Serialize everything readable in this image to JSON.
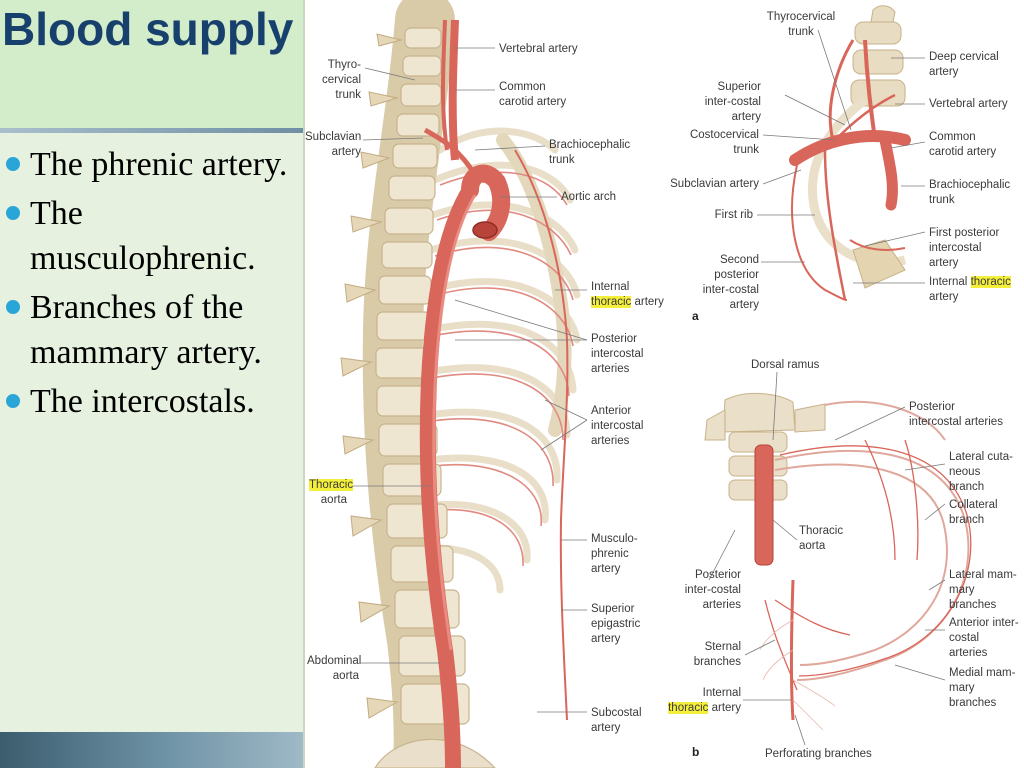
{
  "slide": {
    "title": "Blood supply",
    "bullets": [
      "The phrenic artery.",
      "The musculophrenic.",
      "Branches of the mammary artery.",
      "The intercostals."
    ]
  },
  "figure": {
    "main_labels": {
      "thyrocervical_trunk": "Thyro-cervical trunk",
      "subclavian_artery": "Subclavian artery",
      "thoracic_aorta_hl": "Thoracic",
      "thoracic_aorta_rest": "aorta",
      "abdominal_aorta": "Abdominal aorta",
      "vertebral_artery": "Vertebral artery",
      "common_carotid_artery": "Common carotid artery",
      "brachiocephalic_trunk": "Brachiocephalic trunk",
      "aortic_arch": "Aortic arch",
      "internal_thoracic_pre": "Internal",
      "internal_thoracic_hl": "thoracic",
      "internal_thoracic_post": "artery",
      "posterior_intercostal_arteries": "Posterior intercostal arteries",
      "anterior_intercostal_arteries": "Anterior intercostal arteries",
      "musculophrenic_artery": "Musculo-phrenic artery",
      "superior_epigastric_artery": "Superior epigastric artery",
      "subcostal_artery": "Subcostal artery"
    },
    "panel_a": {
      "letter": "a",
      "thyrocervical_trunk": "Thyrocervical trunk",
      "superior_intercostal_artery": "Superior inter-costal artery",
      "costocervical_trunk": "Costocervical trunk",
      "subclavian_artery": "Subclavian artery",
      "first_rib": "First rib",
      "second_posterior_intercostal_artery": "Second posterior inter-costal artery",
      "deep_cervical_artery": "Deep cervical artery",
      "vertebral_artery": "Vertebral artery",
      "common_carotid_artery": "Common carotid artery",
      "brachiocephalic_trunk": "Brachiocephalic trunk",
      "first_posterior_intercostal_artery": "First posterior intercostal artery",
      "internal_thoracic_pre": "Internal",
      "internal_thoracic_hl": "thoracic",
      "internal_thoracic_post": "artery"
    },
    "panel_b": {
      "letter": "b",
      "dorsal_ramus": "Dorsal ramus",
      "posterior_intercostal_arteries_right": "Posterior intercostal arteries",
      "lateral_cutaneous_branch": "Lateral cuta-neous branch",
      "collateral_branch": "Collateral branch",
      "thoracic_aorta": "Thoracic aorta",
      "posterior_intercostal_arteries_left": "Posterior inter-costal arteries",
      "lateral_mammary_branches": "Lateral mam-mary branches",
      "anterior_intercostal_arteries": "Anterior inter-costal arteries",
      "sternal_branches": "Sternal branches",
      "medial_mammary_branches": "Medial mam-mary branches",
      "internal_thoracic_pre": "Internal",
      "internal_thoracic_hl": "thoracic",
      "internal_thoracic_post": "artery",
      "perforating_branches": "Perforating branches"
    },
    "colors": {
      "artery": "#d9665a",
      "artery_dark": "#b8433a",
      "bone": "#eadfc8",
      "bone_shade": "#cdbb98",
      "highlight": "#f4ef3a",
      "title": "#17406d",
      "bullet": "#2aa5d8"
    }
  }
}
